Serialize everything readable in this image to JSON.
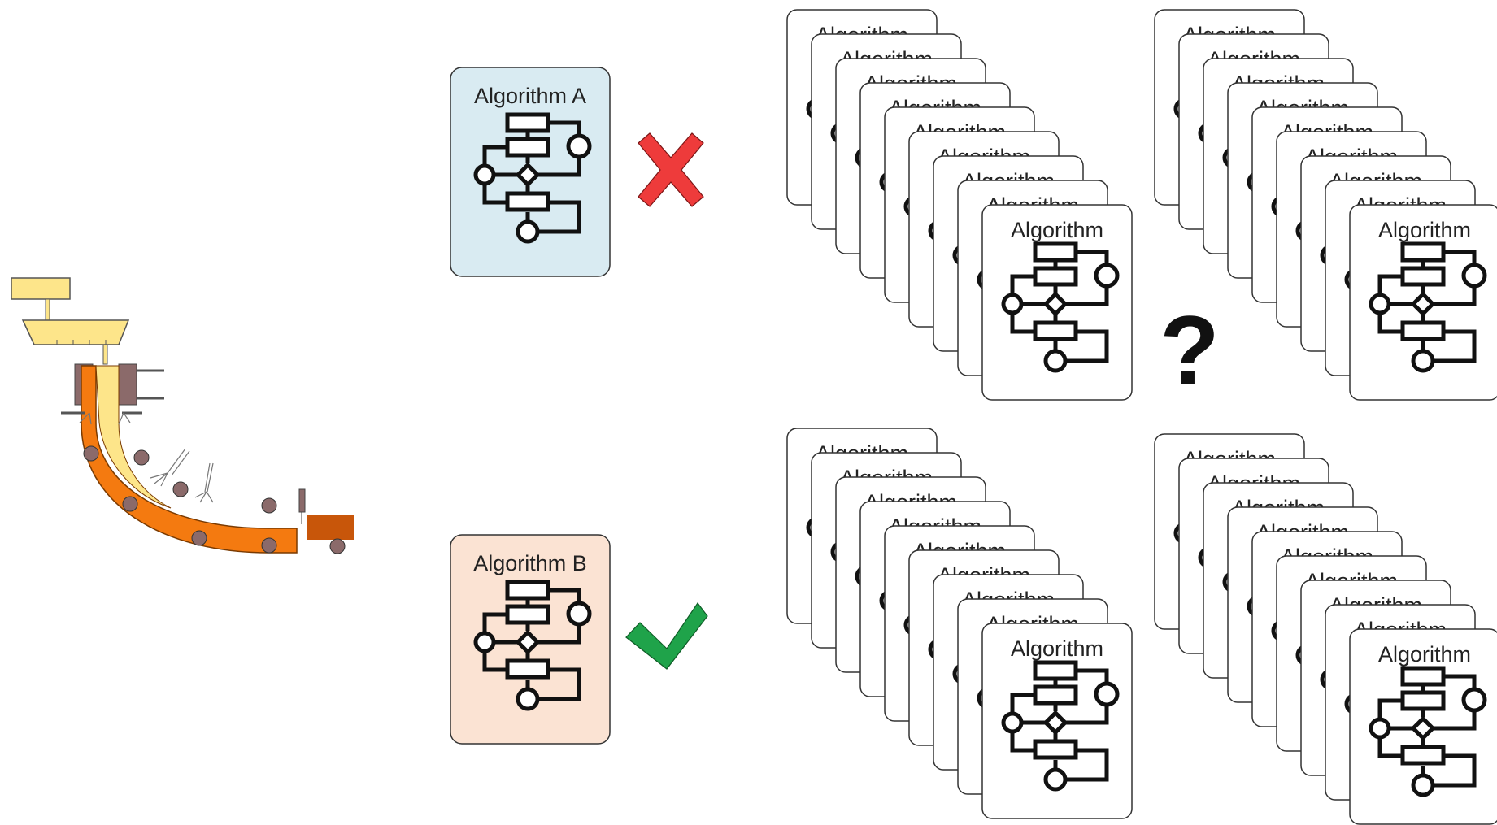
{
  "algorithm_a": {
    "label": "Algorithm A",
    "color": "#d9ebf2",
    "verdict": "cross-icon",
    "verdict_color": "#ee3b3b"
  },
  "algorithm_b": {
    "label": "Algorithm B",
    "color": "#fbe3d3",
    "verdict": "check-icon",
    "verdict_color": "#1fa34a"
  },
  "stack_card_label": "Algorithm",
  "stack_card_label_partial": "Algorithm",
  "question_mark": "?",
  "colors": {
    "steel_light": "#fde58a",
    "steel_orange": "#f47a10",
    "steel_dark": "#c8560a",
    "machine_brown": "#8b6a6a",
    "card_border": "#333333"
  }
}
